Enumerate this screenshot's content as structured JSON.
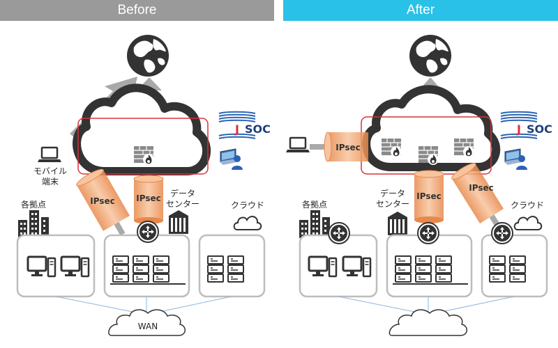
{
  "colors": {
    "before_header": "#9a9a9a",
    "after_header": "#29c1e8",
    "ipsec_tunnel": "#f2a46e",
    "highlight_box": "#d9303a",
    "arrow_gray": "#a9a9a9",
    "box_border": "#bdbdbd",
    "icon_dark": "#333333",
    "wan_line": "#8fb4dc"
  },
  "panels": {
    "before": {
      "header": "Before",
      "ipsec_left": "IPsec",
      "ipsec_center": "IPsec",
      "mobile_label_1": "モバイル",
      "mobile_label_2": "端末",
      "branch_label": "各拠点",
      "datacenter_label_1": "データ",
      "datacenter_label_2": "センター",
      "cloud_label": "クラウド",
      "wan_label": "WAN"
    },
    "after": {
      "header": "After",
      "ipsec_left": "IPsec",
      "ipsec_center": "IPsec",
      "ipsec_right": "IPsec",
      "branch_label": "各拠点",
      "datacenter_label_1": "データ",
      "datacenter_label_2": "センター",
      "cloud_label": "クラウド",
      "wan_label": ""
    }
  },
  "logo": {
    "text": "JSOC"
  },
  "icons": [
    "globe-icon",
    "cloud-icon",
    "firewall-icon",
    "laptop-icon",
    "router-icon",
    "building-icon",
    "server-rack-icon",
    "desktop-pc-icon",
    "small-cloud-icon",
    "wan-cloud-icon",
    "soc-monitor-icon"
  ]
}
